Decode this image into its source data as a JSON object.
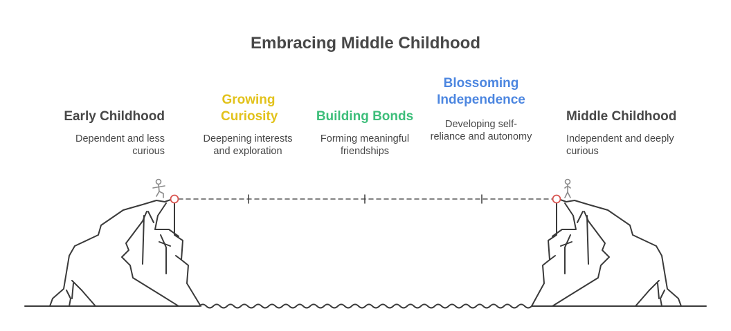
{
  "title": "Embracing Middle Childhood",
  "colors": {
    "text_dark": "#474747",
    "yellow": "#E2C21B",
    "green": "#3DBE7A",
    "blue": "#4C86E0",
    "marker_red": "#D9534F",
    "line": "#3a3a3a"
  },
  "stages": [
    {
      "title": "Early Childhood",
      "description": "Dependent and less curious"
    },
    {
      "title": "Growing Curiosity",
      "description": "Deepening interests and exploration"
    },
    {
      "title": "Building Bonds",
      "description": "Forming meaningful friendships"
    },
    {
      "title": "Blossoming Independence",
      "description": "Developing self-reliance and autonomy"
    },
    {
      "title": "Middle Childhood",
      "description": "Independent and deeply curious"
    }
  ],
  "icons": {
    "left_figure": "person-balancing-icon",
    "right_figure": "person-standing-icon"
  }
}
